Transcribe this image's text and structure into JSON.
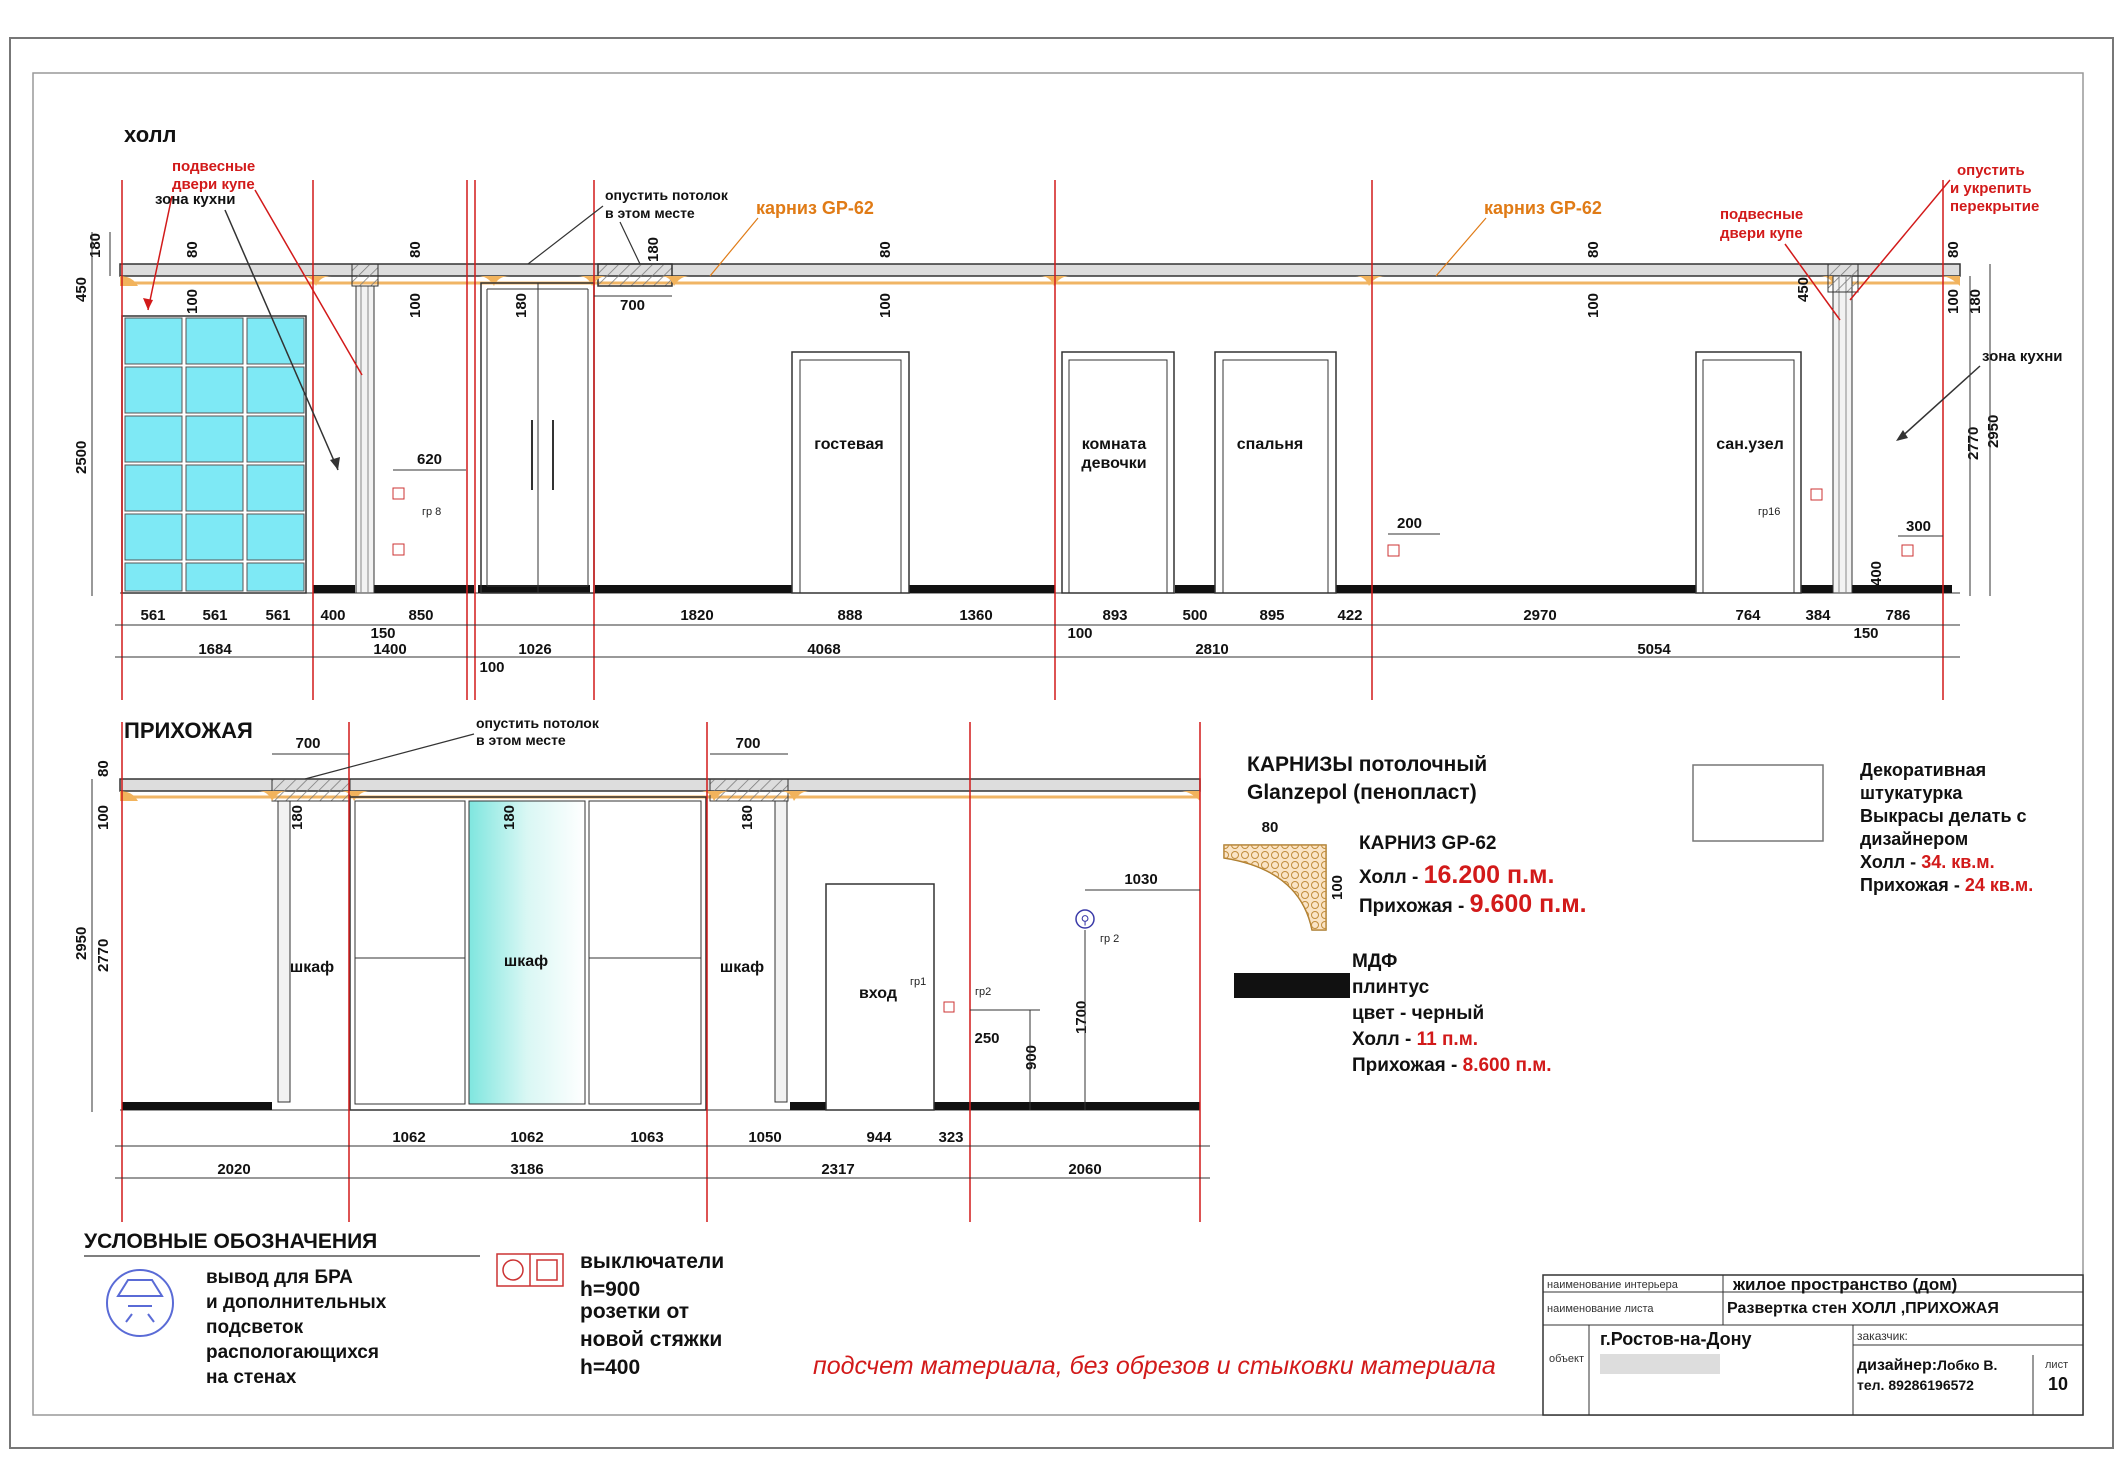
{
  "hall": {
    "title": "холл",
    "note_doors_left": [
      "подвесные",
      "двери купе"
    ],
    "note_kitchen_left": "зона кухни",
    "note_ceiling": [
      "опустить потолок",
      "в этом месте"
    ],
    "cornice_1": "карниз GP-62",
    "cornice_2": "карниз GP-62",
    "note_doors_right": [
      "подвесные",
      "двери купе"
    ],
    "note_lower": [
      "опустить",
      "и укрепить",
      "перекрытие"
    ],
    "note_kitchen_right": "зона кухни",
    "rooms": [
      "гостевая",
      "комната девочки",
      "спальня",
      "сан.узел"
    ],
    "switch_labels": [
      "гр 8",
      "гр16"
    ],
    "dim_620": "620",
    "dim_200": "200",
    "dim_300": "300",
    "dim_700": "700",
    "vdims": [
      "180",
      "450",
      "2500",
      "80",
      "100",
      "80",
      "100",
      "180",
      "180",
      "80",
      "100",
      "80",
      "100",
      "450",
      "80",
      "100",
      "180",
      "2770",
      "2950",
      "400"
    ],
    "dims_row1": [
      "561",
      "561",
      "561",
      "400",
      "850",
      "1820",
      "888",
      "1360",
      "893",
      "500",
      "895",
      "422",
      "2970",
      "764",
      "384",
      "786"
    ],
    "dims_small": [
      "150",
      "100",
      "150"
    ],
    "dims_row2": [
      "1684",
      "1400",
      "1026",
      "4068",
      "2810",
      "5054"
    ],
    "dim_100b": "100"
  },
  "entry": {
    "title": "ПРИХОЖАЯ",
    "note_ceiling": [
      "опустить потолок",
      "в этом месте"
    ],
    "dims_top": [
      "700",
      "700"
    ],
    "vdims": [
      "80",
      "100",
      "2950",
      "2770",
      "180",
      "180",
      "180",
      "1700",
      "900"
    ],
    "wardrobes": [
      "шкаф",
      "шкаф",
      "шкаф"
    ],
    "entrance": "вход",
    "groups": [
      "гр1",
      "гр2",
      "гр 2"
    ],
    "dim_1030": "1030",
    "dim_250": "250",
    "dims_row1": [
      "1062",
      "1062",
      "1063",
      "1050",
      "944",
      "323"
    ],
    "dims_row2": [
      "2020",
      "3186",
      "2317",
      "2060"
    ]
  },
  "cornice_legend": {
    "title1": "КАРНИЗЫ потолочный",
    "title2": "Glanzepol (пенопласт)",
    "dim_80": "80",
    "dim_100": "100",
    "name": "КАРНИЗ GP-62",
    "hall_label": "Холл - ",
    "hall_value": "16.200 п.м.",
    "entry_label": "Прихожая - ",
    "entry_value": "9.600 п.м."
  },
  "plinth_legend": {
    "line1": "МДФ",
    "line2": "плинтус",
    "line3": "цвет - черный",
    "hall_label": "Холл - ",
    "hall_value": "11 п.м.",
    "entry_label": "Прихожая - ",
    "entry_value": "8.600 п.м."
  },
  "plaster_legend": {
    "line1": "Декоративная",
    "line2": "штукатурка",
    "line3": "Выкрасы делать с",
    "line4": "дизайнером",
    "hall_label": "Холл - ",
    "hall_value": "34. кв.м.",
    "entry_label": "Прихожая - ",
    "entry_value": "24 кв.м."
  },
  "legend": {
    "title": "УСЛОВНЫЕ ОБОЗНАЧЕНИЯ",
    "sconce_lines": [
      "вывод для БРА",
      "и дополнительных",
      "подсветок",
      "распологающихся",
      "на стенах"
    ],
    "switch_lines": [
      "выключатели",
      "h=900",
      "розетки от",
      "новой стяжки",
      "h=400"
    ]
  },
  "footnote": "подсчет материала, без обрезов и стыковки материала",
  "titleblock": {
    "interior_label": "наименование интерьера",
    "interior_value": "жилое пространство (дом)",
    "sheet_label": "наименование листа",
    "sheet_value": "Развертка стен ХОЛЛ ,ПРИХОЖАЯ",
    "object_label": "объект",
    "object_value": "г.Ростов-на-Дону",
    "client_label": "заказчик:",
    "designer_label": "дизайнер:",
    "designer_name": "Лобко В.",
    "phone": "тел. 89286196572",
    "list_label": "лист",
    "list_value": "10"
  },
  "colors": {
    "red": "#d21a1a",
    "orange": "#e07b16",
    "glass": "#7ee9f5",
    "cornice": "#f2b35c"
  }
}
